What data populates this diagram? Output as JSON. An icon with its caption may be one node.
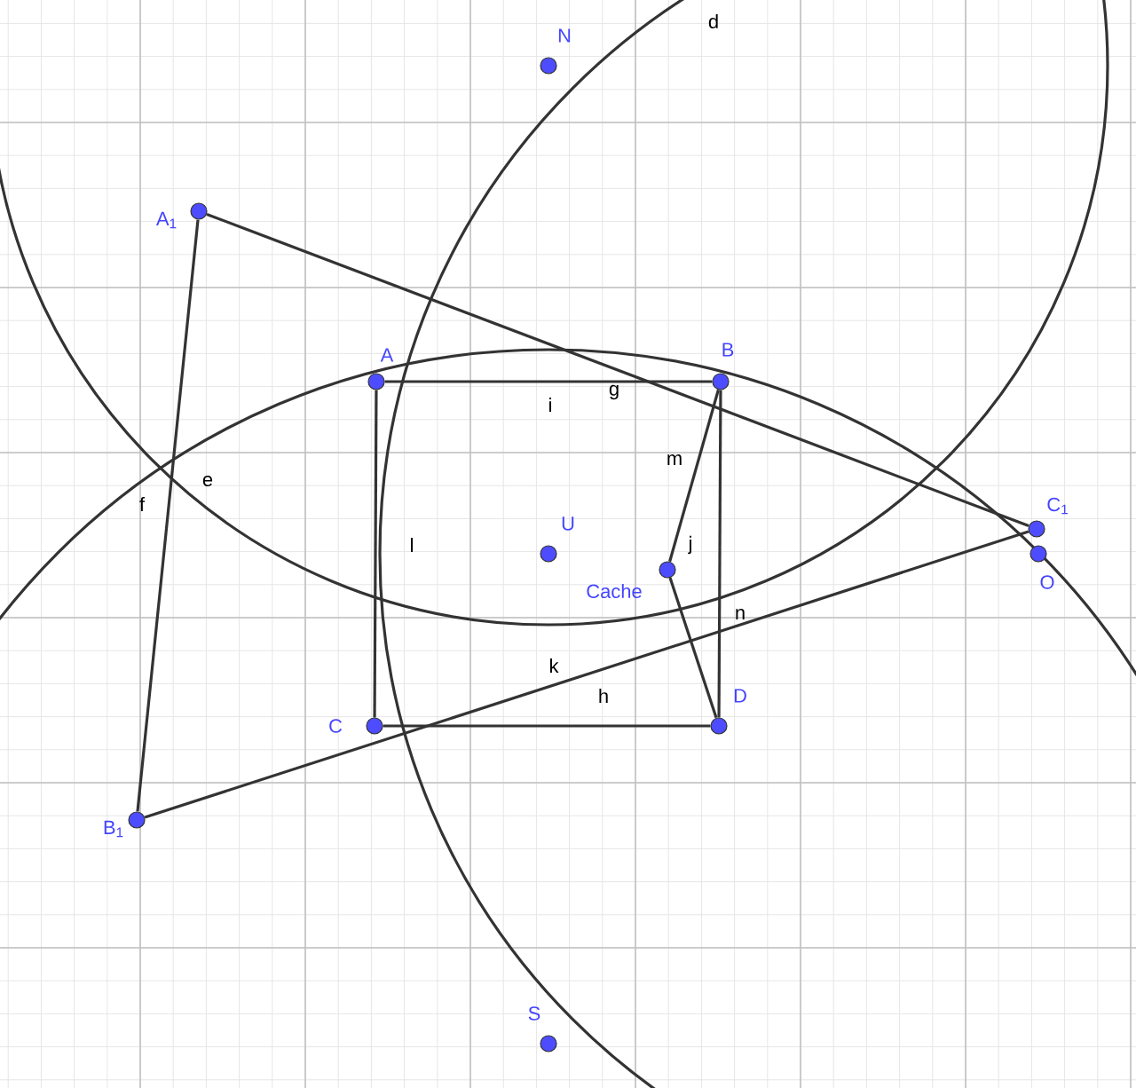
{
  "diagram": {
    "nodes": [
      {
        "text": [
          "A"
        ]
      },
      {
        "text": [
          "B"
        ]
      },
      {
        "text": [
          "C"
        ]
      },
      {
        "text": [
          "D"
        ]
      },
      {
        "text": [
          "U"
        ]
      },
      {
        "text": [
          "Cache"
        ]
      },
      {
        "text": [
          "N"
        ]
      },
      {
        "text": [
          "S"
        ]
      },
      {
        "text": [
          "A$_{1}$"
        ]
      },
      {
        "text": [
          "B$_{1}$"
        ]
      },
      {
        "text": [
          "C$_{1}$"
        ]
      },
      {
        "text": [
          "O"
        ]
      }
    ],
    "edges": [
      {
        "from": 0,
        "to": 1,
        "arrow": "none"
      },
      {
        "from": 0,
        "to": 2,
        "arrow": "none"
      },
      {
        "from": 2,
        "to": 3,
        "arrow": "none"
      },
      {
        "from": 1,
        "to": 3,
        "arrow": "none"
      },
      {
        "from": 1,
        "to": 5,
        "arrow": "none"
      },
      {
        "from": 5,
        "to": 3,
        "arrow": "none"
      },
      {
        "from": 8,
        "to": 9,
        "arrow": "none"
      },
      {
        "from": 8,
        "to": 10,
        "arrow": "none"
      },
      {
        "from": 9,
        "to": 10,
        "arrow": "none"
      }
    ],
    "labels": [
      "d",
      "g",
      "i",
      "m",
      "e",
      "f",
      "l",
      "j",
      "n",
      "k",
      "h"
    ]
  }
}
